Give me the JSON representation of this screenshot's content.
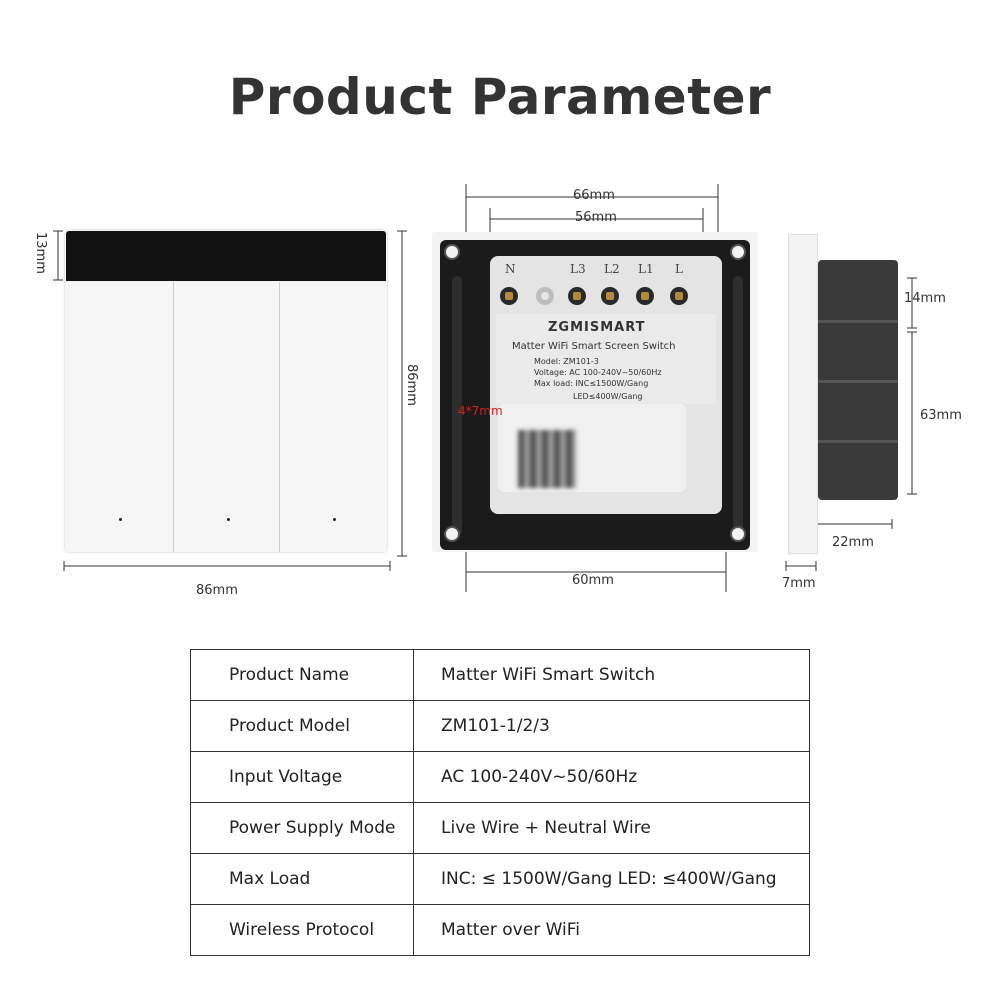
{
  "title": "Product Parameter",
  "front": {
    "dim_height_screen": "13mm",
    "dim_height": "86mm",
    "dim_width": "86mm"
  },
  "back": {
    "dim_66": "66mm",
    "dim_56": "56mm",
    "dim_60": "60mm",
    "dim_hole": "4*7mm",
    "terminals": [
      "N",
      "L3",
      "L2",
      "L1",
      "L"
    ],
    "brand": "ZGMISMART",
    "subtitle": "Matter WiFi Smart Screen Switch",
    "model_line": "Model: ZM101-3",
    "voltage_line": "Voltage: AC 100-240V~50/60Hz",
    "load_line": "Max load: INC≤1500W/Gang",
    "led_line": "LED≤400W/Gang"
  },
  "side": {
    "dim_14": "14mm",
    "dim_63": "63mm",
    "dim_22": "22mm",
    "dim_7": "7mm"
  },
  "colors": {
    "accent_red": "#d32020",
    "frame": "#1b1b1b"
  },
  "table": [
    {
      "key": "Product Name",
      "value": "Matter WiFi Smart Switch"
    },
    {
      "key": "Product Model",
      "value": "ZM101-1/2/3"
    },
    {
      "key": "Input Voltage",
      "value": "AC 100-240V~50/60Hz"
    },
    {
      "key": "Power Supply Mode",
      "value": "Live Wire + Neutral Wire"
    },
    {
      "key": "Max Load",
      "value": "INC: ≤ 1500W/Gang  LED: ≤400W/Gang"
    },
    {
      "key": "Wireless Protocol",
      "value": "Matter over WiFi"
    }
  ]
}
